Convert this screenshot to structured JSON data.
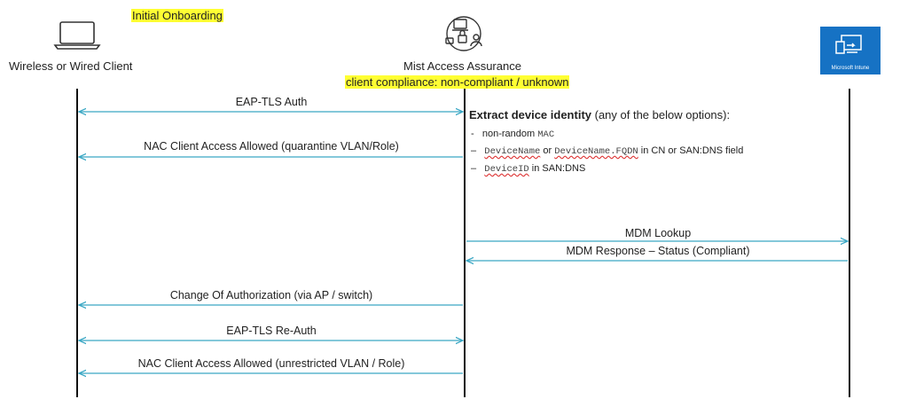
{
  "header": {
    "title": "Initial Onboarding"
  },
  "actors": {
    "client": {
      "label": "Wireless or Wired Client",
      "icon": "laptop-icon"
    },
    "mist": {
      "label": "Mist Access Assurance",
      "status": "client compliance: non-compliant / unknown",
      "icon": "access-assurance-icon"
    },
    "intune": {
      "label": "Microsoft Intune",
      "icon": "intune-logo-icon"
    }
  },
  "messages": {
    "m1": "EAP-TLS Auth",
    "m2": "NAC Client Access Allowed (quarantine VLAN/Role)",
    "m3": "MDM Lookup",
    "m4": "MDM Response – Status (Compliant)",
    "m5": "Change Of Authorization (via AP / switch)",
    "m6": "EAP-TLS Re-Auth",
    "m7": "NAC Client Access Allowed (unrestricted VLAN / Role)"
  },
  "note": {
    "heading_bold": "Extract device identity",
    "heading_rest": " (any of the below options):",
    "o1_text": "non-random ",
    "o1_code": "MAC",
    "o2_code1": "DeviceName",
    "o2_or": " or ",
    "o2_code2": "DeviceName.FQDN",
    "o2_rest": " in CN or SAN:DNS field",
    "o3_code": "DeviceID",
    "o3_rest": " in SAN:DNS"
  },
  "colors": {
    "arrow": "#3aa7c4",
    "lifeline": "#111111",
    "highlight": "#ffff33",
    "intune": "#1672c4"
  }
}
